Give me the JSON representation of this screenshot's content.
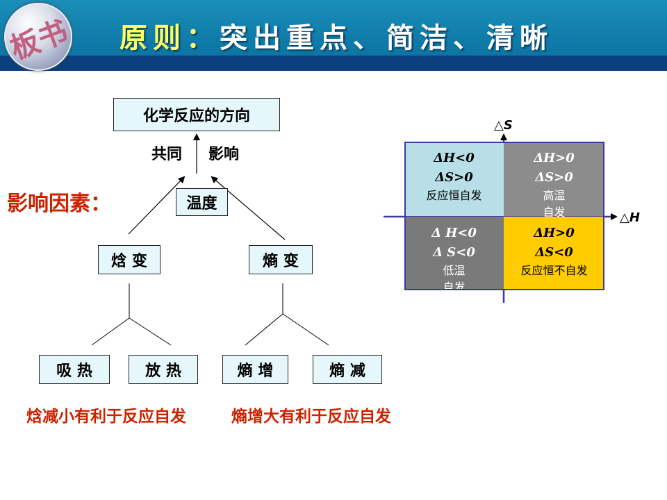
{
  "header": {
    "logo_text": "板书",
    "title_prefix": "原则：",
    "title_main": "突出重点、简洁、清晰"
  },
  "tree": {
    "root": "化学反应的方向",
    "together_label": "共同",
    "influence_label": "影响",
    "factors_label": "影响因素：",
    "temperature": "温度",
    "enthalpy": "焓 变",
    "entropy": "熵 变",
    "absorb_heat": "吸 热",
    "release_heat": "放 热",
    "entropy_increase": "熵 增",
    "entropy_decrease": "熵 减",
    "conclusion_enthalpy": "焓减小有利于反应自发",
    "conclusion_entropy": "熵增大有利于反应自发"
  },
  "quadrant_chart": {
    "y_axis_label": "△S",
    "x_axis_label": "△H",
    "quadrants": {
      "top_left": {
        "expr1": "ΔH<0",
        "expr2": "ΔS>0",
        "lines": [
          "反应恒自发"
        ],
        "color": "#b8dfe8"
      },
      "top_right": {
        "expr1": "ΔH>0",
        "expr2": "ΔS>0",
        "lines": [
          "高温",
          "自发"
        ],
        "color": "#8c8c8c"
      },
      "bottom_left": {
        "expr1": "Δ H<0",
        "expr2": "Δ S<0",
        "lines": [
          "低温",
          "自发"
        ],
        "color": "#7a7a7a"
      },
      "bottom_right": {
        "expr1": "ΔH>0",
        "expr2": "ΔS<0",
        "lines": [
          "反应恒不自发"
        ],
        "color": "#ffcc00"
      }
    },
    "border_color": "#3a3aa0"
  }
}
